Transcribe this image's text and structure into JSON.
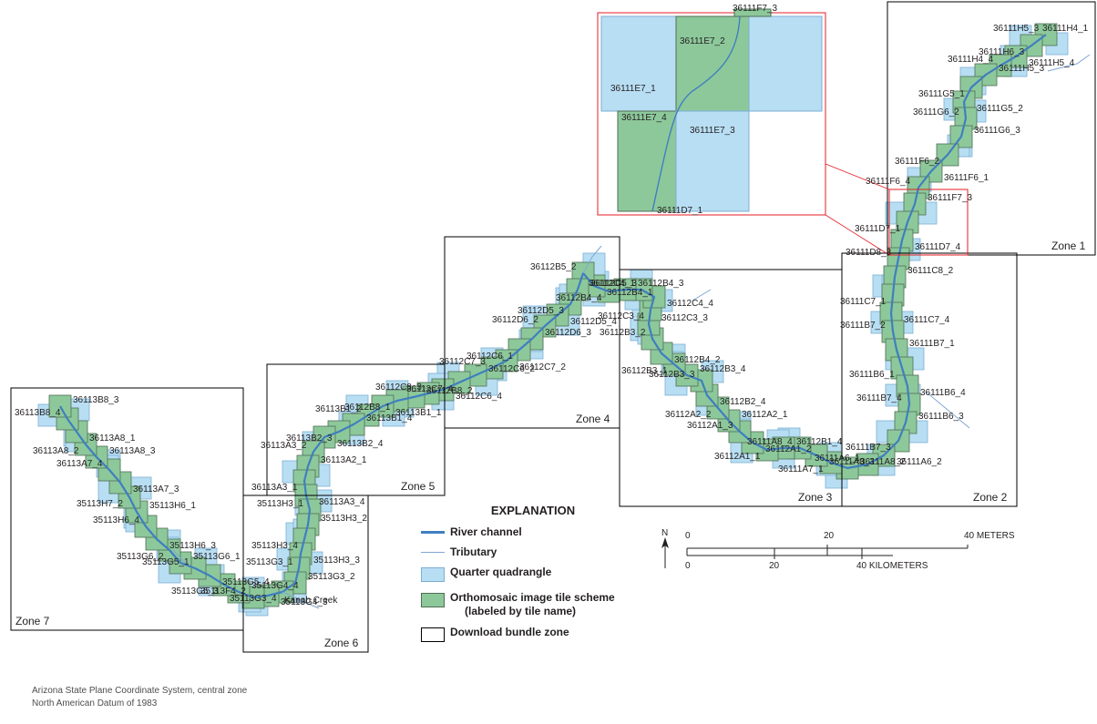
{
  "map": {
    "zones": [
      {
        "label": "Zone 1"
      },
      {
        "label": "Zone 2"
      },
      {
        "label": "Zone 3"
      },
      {
        "label": "Zone 4"
      },
      {
        "label": "Zone 5"
      },
      {
        "label": "Zone 6"
      },
      {
        "label": "Zone 7"
      }
    ],
    "tile_labels": [
      "36111H5_3",
      "36111H4_1",
      "36111H6_3",
      "36111H5_4",
      "36111H4_4",
      "36111H5_3",
      "36111G5_1",
      "36111G5_2",
      "36111G6_2",
      "36111G6_3",
      "36111F6_2",
      "36111F6_1",
      "36111F6_4",
      "36111F7_3",
      "36111D7_1",
      "36111D7_4",
      "36111D8_3",
      "36111C8_2",
      "36111C7_1",
      "36111C7_4",
      "36111B7_2",
      "36111B7_1",
      "36111B6_1",
      "36111B6_4",
      "36111B7_4",
      "36111B6_3",
      "36111B7_3",
      "36111A6_2",
      "36111A6_1",
      "36111A8_2",
      "36111A7_1",
      "36111A8_3",
      "36111A8_4",
      "36112B1_4",
      "36112A1_1",
      "36112A1_2",
      "36112A1_3",
      "36112A2_1",
      "36112A2_2",
      "36112B2_4",
      "36112B3_3",
      "36112B3_4",
      "36112B3_1",
      "36112B4_2",
      "36112B3_2",
      "36112C3_3",
      "36112C3_4",
      "36112C4_4",
      "36112C4_1",
      "36112B4_3",
      "36112B4_4",
      "36112B4_1",
      "36112B5_2",
      "36112C5_3",
      "36112D5_3",
      "36112D5_4",
      "36112D6_2",
      "36112D6_3",
      "36112C6_1",
      "36112C7_2",
      "36112C7_3",
      "36112C6_2",
      "36112C7_4",
      "36112C6_4",
      "36112C8_3",
      "36112B8_2",
      "36112B8_1",
      "36113B1_1",
      "36113B1_2",
      "36113B1_4",
      "36113B2_3",
      "36113B2_4",
      "36113A3_2",
      "36113A2_1",
      "36113A3_1",
      "36113A3_4",
      "35113H3_1",
      "35113H3_2",
      "35113H3_4",
      "35113H3_3",
      "35113G3_1",
      "35113G3_2",
      "35113G3_4",
      "35113G4_3",
      "35113F4_2",
      "35113G4_4",
      "35113G5_3",
      "35113G5_4",
      "35113G5_1",
      "35113G6_1",
      "35113G6_2",
      "35113H6_3",
      "35113H6_4",
      "35113H6_1",
      "35113H7_2",
      "36113A7_3",
      "36113A7_4",
      "36113A8_3",
      "36113A8_2",
      "36113A8_1",
      "36113B8_4",
      "36113B8_3"
    ],
    "inset_labels": [
      "36111F7_3",
      "36111E7_2",
      "36111E7_1",
      "36111E7_4",
      "36111E7_3",
      "36111D7_1"
    ],
    "creek_labels": [
      "Kanab Creek"
    ]
  },
  "legend": {
    "title": "EXPLANATION",
    "items": [
      {
        "label": "River channel"
      },
      {
        "label": "Tributary"
      },
      {
        "label": "Quarter quadrangle"
      },
      {
        "label": "Orthomosaic image tile scheme",
        "sublabel": "(labeled by tile name)"
      },
      {
        "label": "Download bundle zone"
      }
    ]
  },
  "scale": {
    "north": "N",
    "miles_ticks": [
      "0",
      "20",
      "40 METERS"
    ],
    "km_ticks": [
      "0",
      "20",
      "40 KILOMETERS"
    ]
  },
  "credits": {
    "line1": "Arizona State Plane Coordinate System, central zone",
    "line2": "North American Datum of 1983"
  },
  "colors": {
    "quad_fill": "#b8def3",
    "quad_stroke": "#7bafd4",
    "ortho_fill": "#8dc89b",
    "ortho_stroke": "#4f6e55",
    "river": "#3f7fbf",
    "tributary": "#7fa7d6",
    "zone_stroke": "#000000",
    "inset_stroke": "#e41e26"
  }
}
